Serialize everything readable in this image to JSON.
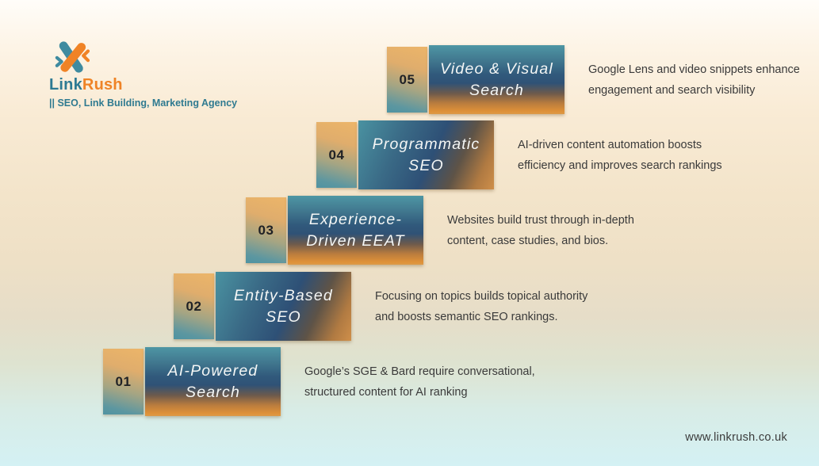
{
  "brand": {
    "logo_part_primary": "Link",
    "logo_part_secondary": "Rush",
    "tagline": "|| SEO, Link Building, Marketing Agency",
    "icon": "x-arrows-logo-icon",
    "colors": {
      "teal": "#2d7a93",
      "orange": "#ef8326"
    }
  },
  "steps": [
    {
      "number": "05",
      "title_line1": "Video & Visual",
      "title_line2": "Search",
      "desc_line1": "Google Lens and video snippets enhance",
      "desc_line2": "engagement and search visibility"
    },
    {
      "number": "04",
      "title_line1": "Programmatic",
      "title_line2": "SEO",
      "desc_line1": "AI-driven content automation boosts",
      "desc_line2": "efficiency and improves search rankings"
    },
    {
      "number": "03",
      "title_line1": "Experience-",
      "title_line2": "Driven EEAT",
      "desc_line1": "Websites build trust through in-depth",
      "desc_line2": "content, case studies, and bios."
    },
    {
      "number": "02",
      "title_line1": "Entity-Based",
      "title_line2": "SEO",
      "desc_line1": "Focusing on topics builds topical authority",
      "desc_line2": "and boosts semantic SEO rankings."
    },
    {
      "number": "01",
      "title_line1": "AI-Powered",
      "title_line2": "Search",
      "desc_line1": "Google’s SGE & Bard require conversational,",
      "desc_line2": "structured content for AI ranking"
    }
  ],
  "footer": {
    "website": "www.linkrush.co.uk"
  },
  "colors": {
    "card_teal": "#4e96a4",
    "card_navy": "#2f5276",
    "card_orange": "#df9138",
    "badge_sand": "#ecb569",
    "badge_teal": "#4f93a2",
    "background_top": "#fffdf9",
    "background_peach": "#f3e4ca",
    "background_bottom": "#d4f1f4",
    "text_dark": "#3a3a3a"
  }
}
